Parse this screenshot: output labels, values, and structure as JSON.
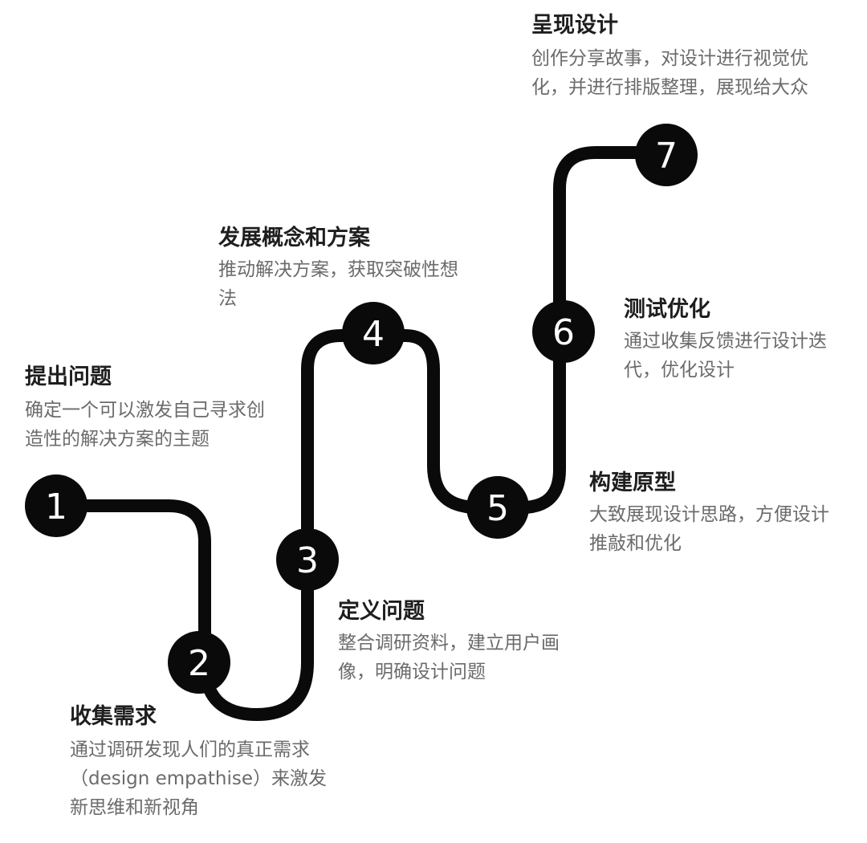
{
  "steps": [
    {
      "number": "1",
      "title": "提出问题",
      "desc": "确定一个可以激发自己寻求创造性的解决方案的主题"
    },
    {
      "number": "2",
      "title": "收集需求",
      "desc": "通过调研发现人们的真正需求（design empathise）来激发新思维和新视角"
    },
    {
      "number": "3",
      "title": "定义问题",
      "desc": "整合调研资料，建立用户画像，明确设计问题"
    },
    {
      "number": "4",
      "title": "发展概念和方案",
      "desc": "推动解决方案，获取突破性想法"
    },
    {
      "number": "5",
      "title": "构建原型",
      "desc": "大致展现设计思路，方便设计推敲和优化"
    },
    {
      "number": "6",
      "title": "测试优化",
      "desc": "通过收集反馈进行设计迭代，优化设计"
    },
    {
      "number": "7",
      "title": "呈现设计",
      "desc": "创作分享故事，对设计进行视觉优化，并进行排版整理，展现给大众"
    }
  ],
  "colors": {
    "path": "#0a0a0a",
    "node_fill": "#0a0a0a",
    "node_text": "#ffffff",
    "title": "#1e1e1e",
    "desc": "#6b6b6b"
  }
}
